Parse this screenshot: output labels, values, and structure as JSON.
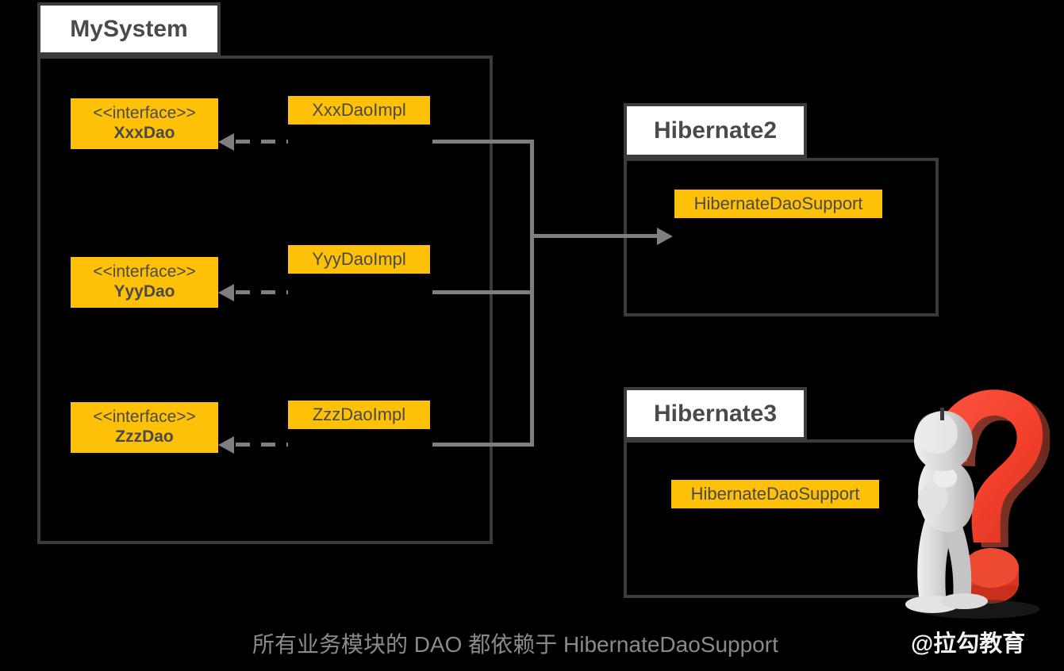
{
  "colors": {
    "background": "#000000",
    "class_fill": "#FFC107",
    "class_text": "#4a4a4a",
    "package_border": "#3b3b3b",
    "package_tab_fill": "#ffffff",
    "connector": "#7f7f7f",
    "caption_text": "#8a8a8a",
    "question_mark": "#F4412C",
    "figure": "#d4d4d4"
  },
  "packages": [
    {
      "id": "mysystem",
      "name": "MySystem"
    },
    {
      "id": "hibernate2",
      "name": "Hibernate2"
    },
    {
      "id": "hibernate3",
      "name": "Hibernate3"
    }
  ],
  "interfaces": [
    {
      "stereotype": "<<interface>>",
      "name": "XxxDao"
    },
    {
      "stereotype": "<<interface>>",
      "name": "YyyDao"
    },
    {
      "stereotype": "<<interface>>",
      "name": "ZzzDao"
    }
  ],
  "implementations": [
    {
      "name": "XxxDaoImpl"
    },
    {
      "name": "YyyDaoImpl"
    },
    {
      "name": "ZzzDaoImpl"
    }
  ],
  "support_classes": [
    {
      "name": "HibernateDaoSupport",
      "package": "Hibernate2"
    },
    {
      "name": "HibernateDaoSupport",
      "package": "Hibernate3"
    }
  ],
  "caption": "所有业务模块的 DAO 都依赖于 HibernateDaoSupport",
  "watermark": "@拉勾教育",
  "icons": {
    "question_mark": "question-mark-icon",
    "thinking_figure": "thinking-figure-icon"
  }
}
